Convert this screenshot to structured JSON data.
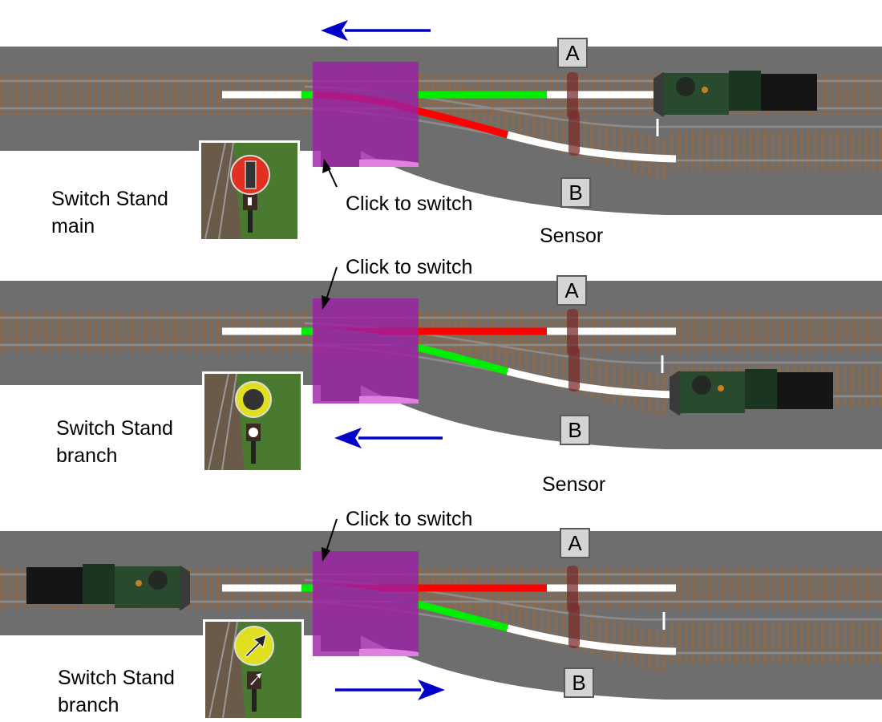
{
  "diagram": {
    "title": "Turnout switch stand states",
    "colors": {
      "ballast": "#6e6e6e",
      "tie": "#8a6a4f",
      "rail": "#8c8c8c",
      "route_active": "#00ee00",
      "route_blocked": "#ff0000",
      "route_neutral": "#ffffff",
      "route_points": "#607a60",
      "click_zone": "#9b1fa6",
      "sensor": "#7a2e2e",
      "arrow": "#0000c8",
      "locomotive": "#2a4a2e"
    },
    "panels": [
      {
        "id": "main",
        "stand_label_line1": "Switch Stand",
        "stand_label_line2": "main",
        "stand_icon": "switch-stand-red-main",
        "click_label": "Click to switch",
        "sensor_label": "Sensor",
        "label_a": "A",
        "label_b": "B",
        "direction": "left",
        "route_set": "main",
        "train_position": "main-right"
      },
      {
        "id": "branch-inbound",
        "stand_label_line1": "Switch Stand",
        "stand_label_line2": "branch",
        "stand_icon": "switch-stand-yellow-branch",
        "click_label": "Click to switch",
        "sensor_label": "Sensor",
        "label_a": "A",
        "label_b": "B",
        "direction": "left",
        "route_set": "branch",
        "train_position": "branch-right"
      },
      {
        "id": "branch-outbound",
        "stand_label_line1": "Switch Stand",
        "stand_label_line2": "branch",
        "stand_icon": "switch-stand-yellow-arrow",
        "click_label": "Click to switch",
        "sensor_label": "",
        "label_a": "A",
        "label_b": "B",
        "direction": "right",
        "route_set": "branch",
        "train_position": "main-left"
      }
    ]
  }
}
